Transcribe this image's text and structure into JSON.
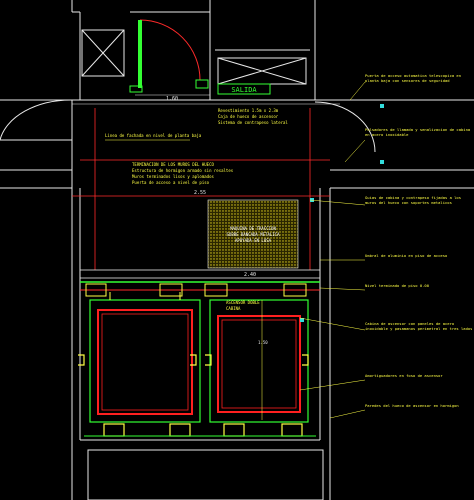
{
  "drawing": {
    "title": "CAD elevator shaft plan",
    "colors": {
      "background": "#000000",
      "walls": "#e8e8e8",
      "dimension": "#ff2a2a",
      "annotation": "#ffff44",
      "equipment": "#33ff33",
      "car": "#ff2020",
      "hatch": "#e0d020",
      "cyan": "#33dddd"
    },
    "dimensions": {
      "door_width": "1.60",
      "shaft_width": "2.55",
      "landing_width": "2.40",
      "car_depth": "1.50"
    },
    "plan_labels": {
      "lobby_note": "Linea de fachada en nivel de planta baja",
      "shaft_heading": "TERMINACION DE LOS MUROS DEL HUECO",
      "shaft_notes": [
        "Estructura de hormigon armado sin resaltes",
        "Muros terminados lisos y aplomados",
        "Puerta de acceso a nivel de piso"
      ],
      "hatch_block": [
        "MAQUINA DE TRACCION",
        "SOBRE BANCADA METALICA",
        "APOYADA EN LOSA"
      ],
      "center_note": [
        "Revestimiento 1.5m x 2.3m",
        "Caja de hueco de ascensor",
        "Sistema de contrapeso lateral"
      ],
      "car_label": "CABINA",
      "car_sub": "ASCENSOR DOBLE",
      "exit_sign": "SALIDA"
    },
    "callouts": [
      {
        "text": "Puerta de acceso automatica telescopica en planta baja con sensores de seguridad"
      },
      {
        "text": "Pulsadores de llamada y senalizacion de cabina en acero inoxidable"
      },
      {
        "text": "Guias de cabina y contrapeso fijadas a los muros del hueco con soportes metalicos"
      },
      {
        "text": "Umbral de aluminio en piso de acceso"
      },
      {
        "text": "Nivel terminado de piso 0.00"
      },
      {
        "text": "Cabina de ascensor con paneles de acero inoxidable y pasamanos perimetral en tres lados"
      },
      {
        "text": "Amortiguadores en foso de ascensor"
      },
      {
        "text": "Paredes del hueco de ascensor en hormigon"
      }
    ]
  }
}
